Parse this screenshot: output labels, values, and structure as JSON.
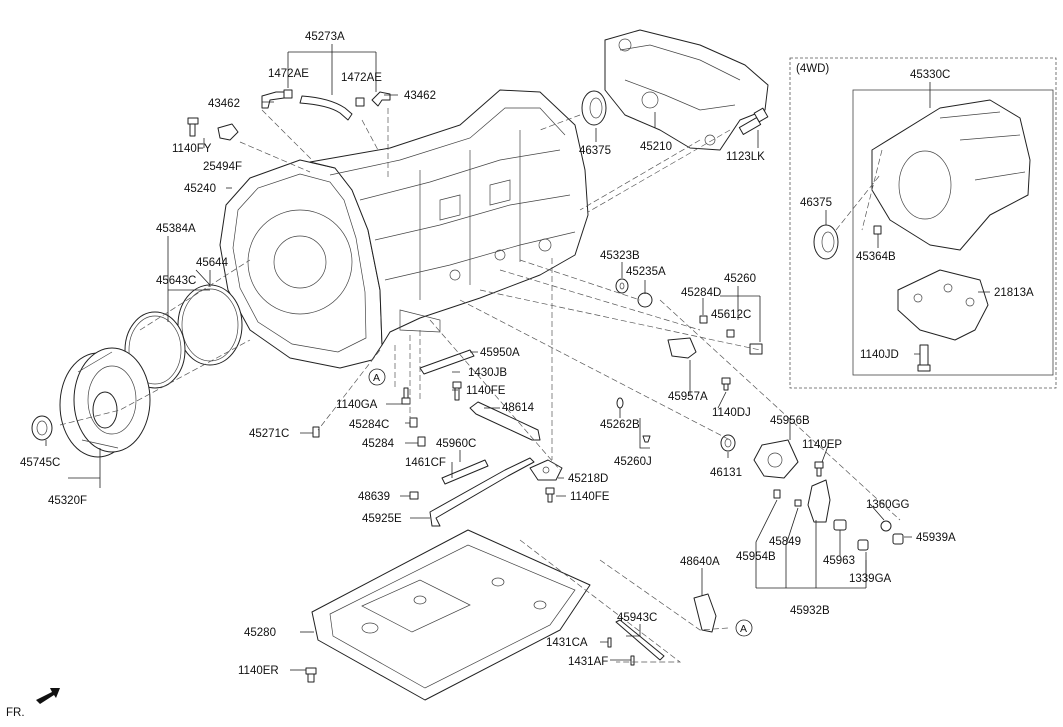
{
  "labels": {
    "45273A": "45273A",
    "1472AE_1": "1472AE",
    "1472AE_2": "1472AE",
    "43462_1": "43462",
    "43462_2": "43462",
    "1140FY": "1140FY",
    "25494F": "25494F",
    "45240": "45240",
    "46375_1": "46375",
    "45210": "45210",
    "1123LK": "1123LK",
    "45384A": "45384A",
    "45643C": "45643C",
    "45644": "45644",
    "45745C": "45745C",
    "45320F": "45320F",
    "45323B": "45323B",
    "45235A": "45235A",
    "45260": "45260",
    "45284D": "45284D",
    "45612C": "45612C",
    "45950A": "45950A",
    "1430JB": "1430JB",
    "1140FE_1": "1140FE",
    "1140GA": "1140GA",
    "45271C": "45271C",
    "48614": "48614",
    "45284C": "45284C",
    "45284": "45284",
    "45960C": "45960C",
    "1461CF": "1461CF",
    "48639": "48639",
    "45925E": "45925E",
    "45218D": "45218D",
    "1140FE_2": "1140FE",
    "45957A": "45957A",
    "1140DJ": "1140DJ",
    "45262B": "45262B",
    "45260J": "45260J",
    "46131": "46131",
    "45956B": "45956B",
    "1140EP": "1140EP",
    "1360GG": "1360GG",
    "45939A": "45939A",
    "45954B": "45954B",
    "45849": "45849",
    "45963": "45963",
    "1339GA": "1339GA",
    "45932B": "45932B",
    "48640A": "48640A",
    "45943C": "45943C",
    "1431CA": "1431CA",
    "1431AF": "1431AF",
    "45280": "45280",
    "1140ER": "1140ER",
    "fr": "FR.",
    "4wd": "(4WD)",
    "45330C": "45330C",
    "46375_2": "46375",
    "45364B": "45364B",
    "21813A": "21813A",
    "1140JD": "1140JD",
    "ref_a_1": "A",
    "ref_a_2": "A"
  }
}
